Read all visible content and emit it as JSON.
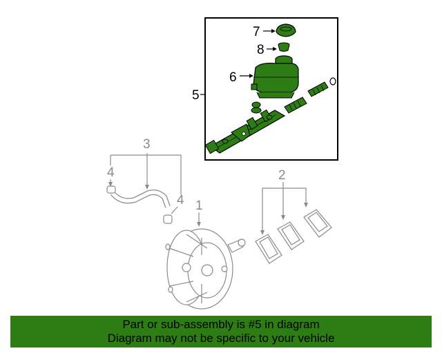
{
  "banner": {
    "line1": "Part or sub-assembly is #5 in diagram",
    "line2": "Diagram may not be specific to your vehicle"
  },
  "callouts": {
    "c1": "1",
    "c2": "2",
    "c3": "3",
    "c4a": "4",
    "c4b": "4",
    "c5": "5",
    "c6": "6",
    "c7": "7",
    "c8": "8"
  },
  "colors": {
    "highlight_fill": "#2e7d14",
    "banner_bg": "#2e7d14",
    "grey_parts": "#8a8a8a"
  }
}
